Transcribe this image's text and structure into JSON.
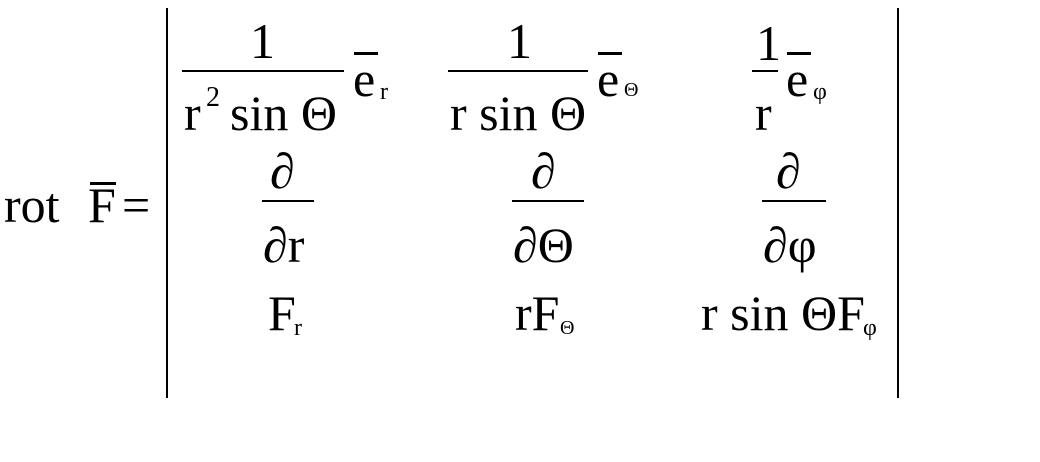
{
  "lhs": {
    "rot": "rot",
    "F": "F",
    "eq": "="
  },
  "row1": {
    "c1": {
      "num": "1",
      "den_r": "r",
      "den_exp": "2",
      "den_rest": "sin Θ",
      "vec": "e",
      "vec_sub": "r"
    },
    "c2": {
      "num": "1",
      "den": "r sin Θ",
      "vec": "e",
      "vec_sub": "Θ"
    },
    "c3": {
      "num": "1",
      "den": "r",
      "vec": "e",
      "vec_sub": "φ"
    }
  },
  "row2": {
    "c1": {
      "num": "∂",
      "den": "∂r"
    },
    "c2": {
      "num": "∂",
      "den": "∂Θ"
    },
    "c3": {
      "num": "∂",
      "den": "∂φ"
    }
  },
  "row3": {
    "c1": {
      "main": "F",
      "sub": "r"
    },
    "c2": {
      "main": "rF",
      "sub": "Θ"
    },
    "c3": {
      "main": "r sin ΘF",
      "sub": "φ"
    }
  }
}
